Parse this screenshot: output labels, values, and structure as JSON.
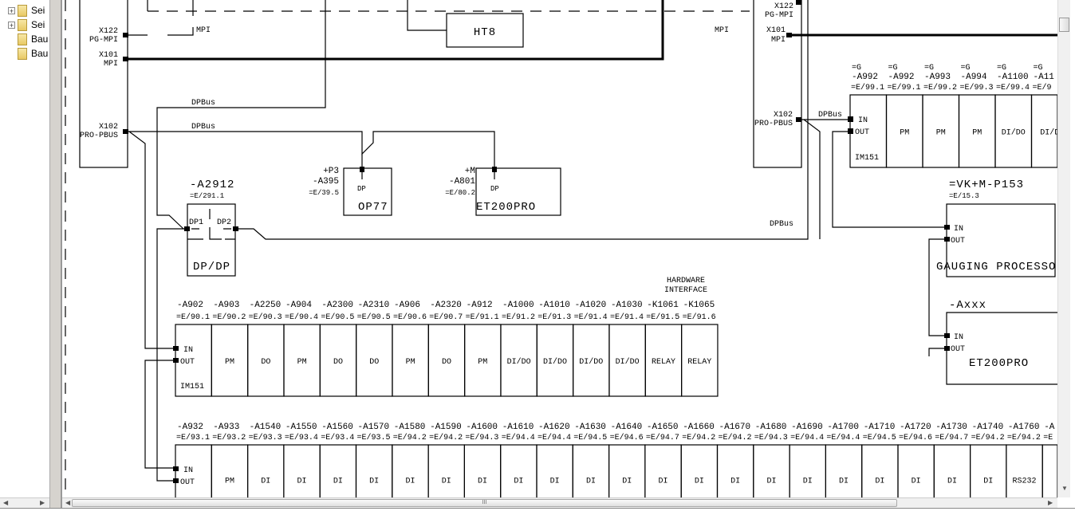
{
  "tree": {
    "items": [
      {
        "label": "Sei",
        "expandable": true
      },
      {
        "label": "Sei",
        "expandable": true
      },
      {
        "label": "Bau",
        "expandable": false
      },
      {
        "label": "Bau",
        "expandable": false
      }
    ]
  },
  "schematic": {
    "left_cpu": {
      "x122": "X122",
      "pg_mpi": "PG-MPI",
      "x101": "X101",
      "mpi": "MPI",
      "x102": "X102",
      "pro_pbus": "PRO-PBUS"
    },
    "right_cpu": {
      "x122": "X122",
      "pg_mpi": "PG-MPI",
      "x101": "X101",
      "mpi": "MPI",
      "x102": "X102",
      "pro_pbus": "PRO-PBUS"
    },
    "mpi_label_left": "MPI",
    "mpi_label_right": "MPI",
    "ht8": "HT8",
    "dpbus_labels": [
      "DPBus",
      "DPBus",
      "DPBus",
      "DPBus"
    ],
    "op77": {
      "loc": "+P3",
      "tag": "-A395",
      "ref": "=E/39.5",
      "port": "DP",
      "name": "OP77"
    },
    "et200pro_a801": {
      "loc": "+M",
      "tag": "-A801",
      "ref": "=E/80.2",
      "port": "DP",
      "name": "ET200PRO"
    },
    "dpdp": {
      "tag": "-A2912",
      "ref": "=E/291.1",
      "dp1": "DP1",
      "dp2": "DP2",
      "name": "DP/DP"
    },
    "hardware_interface": [
      "HARDWARE",
      "INTERFACE"
    ],
    "gauging": {
      "tag": "=VK+M-P153",
      "ref": "=E/15.3",
      "in": "IN",
      "out": "OUT",
      "name": "GAUGING PROCESSO"
    },
    "et200pro_axxx": {
      "tag": "-Axxx",
      "in": "IN",
      "out": "OUT",
      "name": "ET200PRO"
    },
    "port_in": "IN",
    "port_out": "OUT"
  },
  "rack_top_right": {
    "modules": [
      {
        "prefix": "=G",
        "tag": "-A992",
        "ref": "=E/99.1",
        "type": "IM151"
      },
      {
        "prefix": "=G",
        "tag": "-A992",
        "ref": "=E/99.1",
        "type": "PM"
      },
      {
        "prefix": "=G",
        "tag": "-A993",
        "ref": "=E/99.2",
        "type": "PM"
      },
      {
        "prefix": "=G",
        "tag": "-A994",
        "ref": "=E/99.3",
        "type": "PM"
      },
      {
        "prefix": "=G",
        "tag": "-A1100",
        "ref": "=E/99.4",
        "type": "DI/DO"
      },
      {
        "prefix": "=G",
        "tag": "-A11",
        "ref": "=E/9",
        "type": "DI/D"
      }
    ]
  },
  "rack_row1": {
    "modules": [
      {
        "tag": "-A902",
        "ref": "=E/90.1",
        "type": "IM151"
      },
      {
        "tag": "-A903",
        "ref": "=E/90.2",
        "type": "PM"
      },
      {
        "tag": "-A2250",
        "ref": "=E/90.3",
        "type": "DO"
      },
      {
        "tag": "-A904",
        "ref": "=E/90.4",
        "type": "PM"
      },
      {
        "tag": "-A2300",
        "ref": "=E/90.5",
        "type": "DO"
      },
      {
        "tag": "-A2310",
        "ref": "=E/90.5",
        "type": "DO"
      },
      {
        "tag": "-A906",
        "ref": "=E/90.6",
        "type": "PM"
      },
      {
        "tag": "-A2320",
        "ref": "=E/90.7",
        "type": "DO"
      },
      {
        "tag": "-A912",
        "ref": "=E/91.1",
        "type": "PM"
      },
      {
        "tag": "-A1000",
        "ref": "=E/91.2",
        "type": "DI/DO"
      },
      {
        "tag": "-A1010",
        "ref": "=E/91.3",
        "type": "DI/DO"
      },
      {
        "tag": "-A1020",
        "ref": "=E/91.4",
        "type": "DI/DO"
      },
      {
        "tag": "-A1030",
        "ref": "=E/91.4",
        "type": "DI/DO"
      },
      {
        "tag": "-K1061",
        "ref": "=E/91.5",
        "type": "RELAY"
      },
      {
        "tag": "-K1065",
        "ref": "=E/91.6",
        "type": "RELAY"
      }
    ]
  },
  "rack_row2": {
    "modules": [
      {
        "tag": "-A932",
        "ref": "=E/93.1",
        "type": ""
      },
      {
        "tag": "-A933",
        "ref": "=E/93.2",
        "type": "PM"
      },
      {
        "tag": "-A1540",
        "ref": "=E/93.3",
        "type": "DI"
      },
      {
        "tag": "-A1550",
        "ref": "=E/93.4",
        "type": "DI"
      },
      {
        "tag": "-A1560",
        "ref": "=E/93.4",
        "type": "DI"
      },
      {
        "tag": "-A1570",
        "ref": "=E/93.5",
        "type": "DI"
      },
      {
        "tag": "-A1580",
        "ref": "=E/94.2",
        "type": "DI"
      },
      {
        "tag": "-A1590",
        "ref": "=E/94.2",
        "type": "DI"
      },
      {
        "tag": "-A1600",
        "ref": "=E/94.3",
        "type": "DI"
      },
      {
        "tag": "-A1610",
        "ref": "=E/94.4",
        "type": "DI"
      },
      {
        "tag": "-A1620",
        "ref": "=E/94.4",
        "type": "DI"
      },
      {
        "tag": "-A1630",
        "ref": "=E/94.5",
        "type": "DI"
      },
      {
        "tag": "-A1640",
        "ref": "=E/94.6",
        "type": "DI"
      },
      {
        "tag": "-A1650",
        "ref": "=E/94.7",
        "type": "DI"
      },
      {
        "tag": "-A1660",
        "ref": "=E/94.2",
        "type": "DI"
      },
      {
        "tag": "-A1670",
        "ref": "=E/94.2",
        "type": "DI"
      },
      {
        "tag": "-A1680",
        "ref": "=E/94.3",
        "type": "DI"
      },
      {
        "tag": "-A1690",
        "ref": "=E/94.4",
        "type": "DI"
      },
      {
        "tag": "-A1700",
        "ref": "=E/94.4",
        "type": "DI"
      },
      {
        "tag": "-A1710",
        "ref": "=E/94.5",
        "type": "DI"
      },
      {
        "tag": "-A1720",
        "ref": "=E/94.6",
        "type": "DI"
      },
      {
        "tag": "-A1730",
        "ref": "=E/94.7",
        "type": "DI"
      },
      {
        "tag": "-A1740",
        "ref": "=E/94.2",
        "type": "DI"
      },
      {
        "tag": "-A1760",
        "ref": "=E/94.2",
        "type": "RS232"
      },
      {
        "tag": "-A",
        "ref": "=E",
        "type": ""
      }
    ]
  },
  "scrollbar": {
    "grip": "III"
  }
}
